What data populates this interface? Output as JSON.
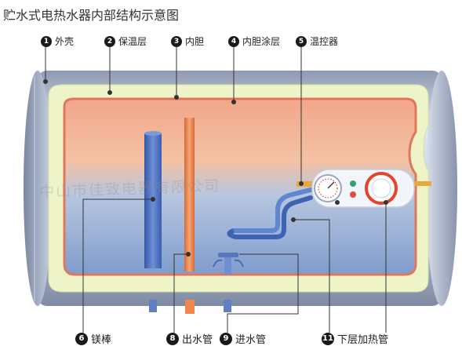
{
  "title": "贮水式电热水器内部结构示意图",
  "labels": [
    {
      "num": "1",
      "text": "外壳"
    },
    {
      "num": "2",
      "text": "保温层"
    },
    {
      "num": "3",
      "text": "内胆"
    },
    {
      "num": "4",
      "text": "内胆涂层"
    },
    {
      "num": "5",
      "text": "温控器"
    },
    {
      "num": "6",
      "text": "镁棒"
    },
    {
      "num": "8",
      "text": "出水管"
    },
    {
      "num": "9",
      "text": "进水管"
    },
    {
      "num": "11",
      "text": "下层加热管"
    }
  ],
  "watermark": "中山市佳致电器有限公司",
  "colors": {
    "shell": "#b9c3d6",
    "insulation": "#eef4c8",
    "tank_top": "#f1a58b",
    "tank_bottom": "#88a6d3",
    "magnesium_rod": "#4d6ec2",
    "outlet_pipe": "#f0874e",
    "heating_element": "#4f79c3",
    "thermostat_ring": "#e8432a"
  },
  "icons": [
    "thermometer-dial-icon",
    "indicator-light-icon",
    "temperature-knob-icon"
  ]
}
